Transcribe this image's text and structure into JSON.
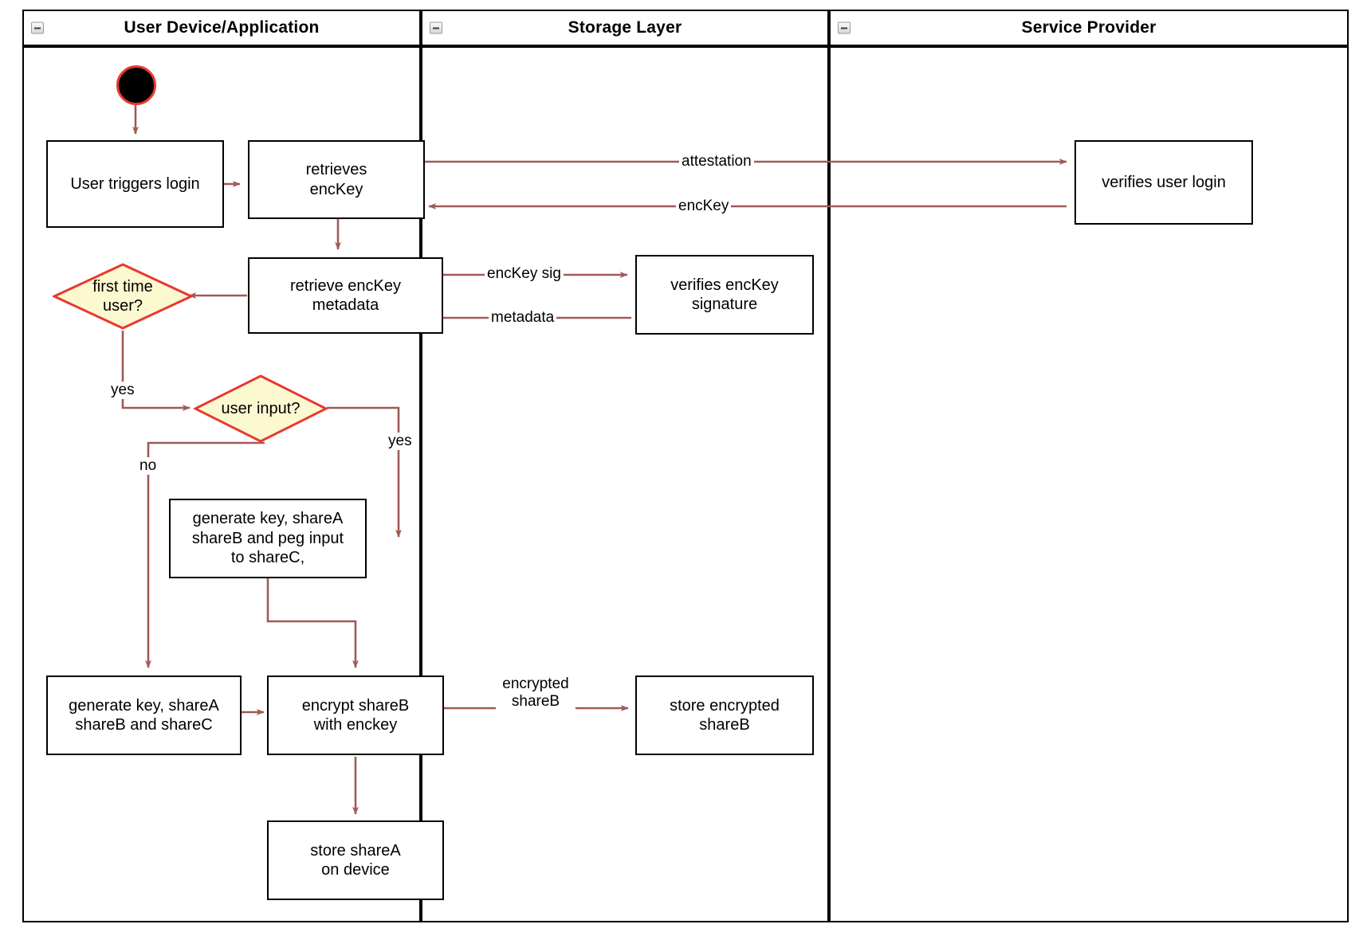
{
  "diagram": {
    "title": "Login / key-share provisioning activity diagram",
    "arrow_color": "#a05a54",
    "decision_fill": "#fcf8d0",
    "decision_stroke": "#e8392f",
    "start_fill": "#000000",
    "start_stroke": "#e8392f",
    "node_stroke": "#000000"
  },
  "lanes": [
    {
      "id": "user-device",
      "label": "User Device/Application",
      "collapse_icon": "collapse-minus-icon"
    },
    {
      "id": "storage-layer",
      "label": "Storage Layer",
      "collapse_icon": "collapse-minus-icon"
    },
    {
      "id": "service-provider",
      "label": "Service Provider",
      "collapse_icon": "collapse-minus-icon"
    }
  ],
  "nodes": {
    "start": {
      "type": "initial",
      "label": ""
    },
    "user_triggers_login": {
      "type": "action",
      "label": "User triggers login"
    },
    "retrieves_enckey": {
      "type": "action",
      "label": "retrieves\nencKey"
    },
    "verifies_user_login": {
      "type": "action",
      "label": "verifies user login"
    },
    "retrieve_metadata": {
      "type": "action",
      "label": "retrieve encKey\nmetadata"
    },
    "verifies_signature": {
      "type": "action",
      "label": "verifies encKey signature"
    },
    "first_time_user": {
      "type": "decision",
      "label": "first time\nuser?"
    },
    "user_input": {
      "type": "decision",
      "label": "user input?"
    },
    "generate_peg": {
      "type": "action",
      "label": "generate key, shareA\nshareB and peg input\nto shareC,"
    },
    "generate_abc": {
      "type": "action",
      "label": "generate key, shareA\nshareB and shareC"
    },
    "encrypt_shareb": {
      "type": "action",
      "label": "encrypt shareB\nwith enckey"
    },
    "store_encrypted": {
      "type": "action",
      "label": "store encrypted\nshareB"
    },
    "store_sharea": {
      "type": "action",
      "label": "store shareA\non device"
    }
  },
  "edge_labels": {
    "attestation": "attestation",
    "enckey": "encKey",
    "enckey_sig": "encKey sig",
    "metadata": "metadata",
    "yes_first_time": "yes",
    "yes_user_input": "yes",
    "no_user_input": "no",
    "encrypted_shareb": "encrypted\nshareB"
  }
}
